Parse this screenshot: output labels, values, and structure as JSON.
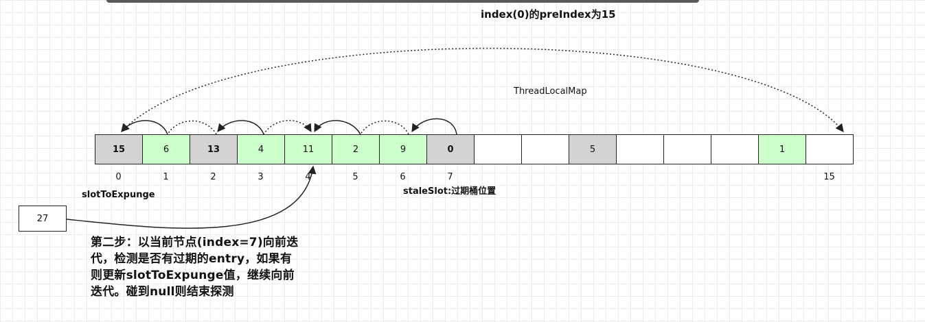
{
  "annotations": {
    "top_title": "index(0)的preIndex为15",
    "map_title": "ThreadLocalMap",
    "slot_label": "slotToExpunge",
    "stale_label": "staleSlot:过期桶位置",
    "note_lines": [
      "第二步：以当前节点(index=7)向前迭",
      "代，检测是否有过期的entry，如果有",
      "则更新slotToExpunge值，继续向前",
      "迭代。碰到null则结束探测"
    ]
  },
  "external_box": {
    "value": "27"
  },
  "cells": [
    {
      "value": "15",
      "state": "deleted",
      "bold": true
    },
    {
      "value": "6",
      "state": "valid",
      "bold": false
    },
    {
      "value": "13",
      "state": "deleted",
      "bold": true
    },
    {
      "value": "4",
      "state": "valid",
      "bold": false
    },
    {
      "value": "11",
      "state": "valid",
      "bold": false
    },
    {
      "value": "2",
      "state": "valid",
      "bold": false
    },
    {
      "value": "9",
      "state": "valid",
      "bold": false
    },
    {
      "value": "0",
      "state": "deleted",
      "bold": true
    },
    {
      "value": "",
      "state": "empty",
      "bold": false
    },
    {
      "value": "",
      "state": "empty",
      "bold": false
    },
    {
      "value": "5",
      "state": "deleted",
      "bold": false
    },
    {
      "value": "",
      "state": "empty",
      "bold": false
    },
    {
      "value": "",
      "state": "empty",
      "bold": false
    },
    {
      "value": "",
      "state": "empty",
      "bold": false
    },
    {
      "value": "1",
      "state": "valid",
      "bold": false
    },
    {
      "value": "",
      "state": "empty",
      "bold": false
    }
  ],
  "index_labels": [
    {
      "text": "0",
      "cell": 0
    },
    {
      "text": "1",
      "cell": 1
    },
    {
      "text": "2",
      "cell": 2
    },
    {
      "text": "3",
      "cell": 3
    },
    {
      "text": "4",
      "cell": 4
    },
    {
      "text": "5",
      "cell": 5
    },
    {
      "text": "6",
      "cell": 6
    },
    {
      "text": "7",
      "cell": 7
    },
    {
      "text": "15",
      "cell": 15
    }
  ],
  "colors": {
    "deleted": "#d3d3d3",
    "valid": "#ccffcc",
    "empty": "#ffffff",
    "stroke": "#222222"
  }
}
